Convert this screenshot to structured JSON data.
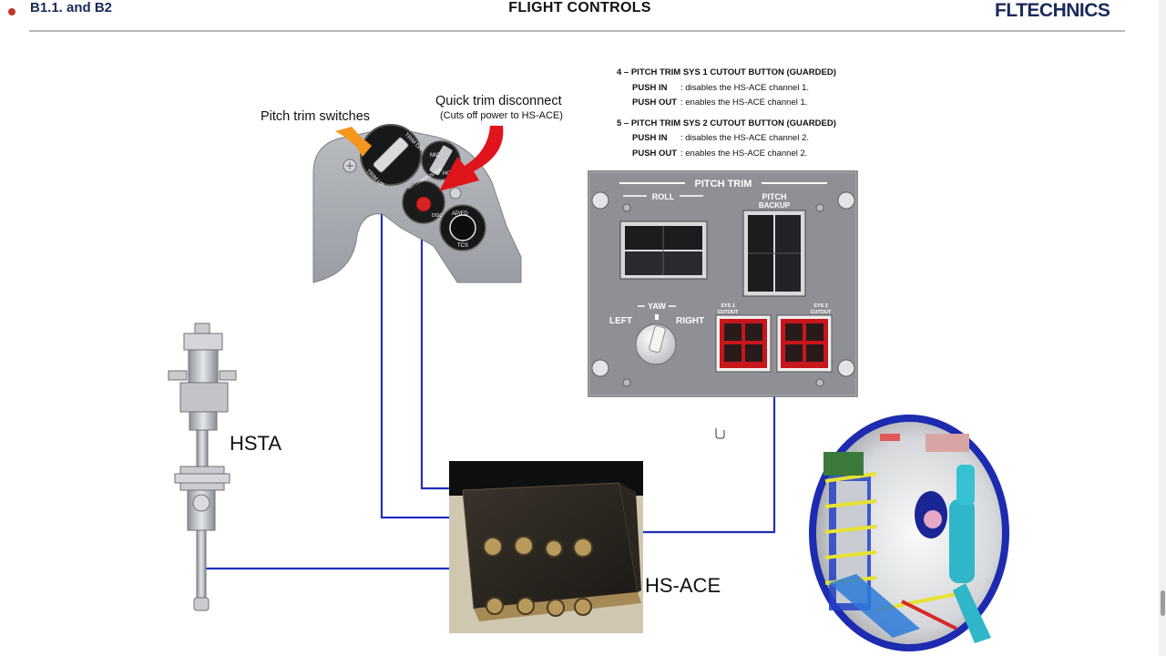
{
  "header": {
    "course": "B1.1. and B2",
    "title": "FLIGHT CONTROLS",
    "logo": "FLTECHNICS"
  },
  "notes": {
    "item4_title": "4 – PITCH TRIM SYS 1 CUTOUT BUTTON (GUARDED)",
    "item4_push_in_label": "PUSH IN",
    "item4_push_in_text": ":  disables the HS-ACE channel 1.",
    "item4_push_out_label": "PUSH OUT",
    "item4_push_out_text": ": enables the HS-ACE channel 1.",
    "item5_title": "5 – PITCH TRIM SYS 2 CUTOUT BUTTON (GUARDED)",
    "item5_push_in_label": "PUSH IN",
    "item5_push_in_text": ":  disables the HS-ACE channel 2.",
    "item5_push_out_label": "PUSH OUT",
    "item5_push_out_text": ": enables the HS-ACE channel 2."
  },
  "labels": {
    "pitch_trim_switches": "Pitch trim switches",
    "quick_trim_disconnect": "Quick trim disconnect",
    "quick_trim_note": "(Cuts off power to HS-ACE)",
    "hsta": "HSTA",
    "hs_ace": "HS-ACE"
  },
  "panel": {
    "title": "PITCH TRIM",
    "roll": "ROLL",
    "pitch": "PITCH",
    "backup": "BACKUP",
    "yaw": "YAW",
    "left": "LEFT",
    "right": "RIGHT",
    "sys1_cutout_line1": "SYS 1",
    "sys1_cutout_line2": "CUTOUT",
    "sys2_cutout_line1": "SYS 2",
    "sys2_cutout_line2": "CUTOUT"
  },
  "yoke": {
    "trim_dn": "TRIM DN",
    "trim_up": "TRIM UP",
    "mic": "MIC",
    "hot": "HOT",
    "ap_trim_pusher": "AP/TRIM/PUSHER",
    "disc": "DISC",
    "ap_fd": "AP/FD",
    "tcs": "TCS"
  },
  "colors": {
    "wire": "#1f2fb8",
    "panel": "#8e9096",
    "guard_red": "#c8161d",
    "arrow_red": "#e0141b",
    "arrow_orange": "#f5961f"
  }
}
